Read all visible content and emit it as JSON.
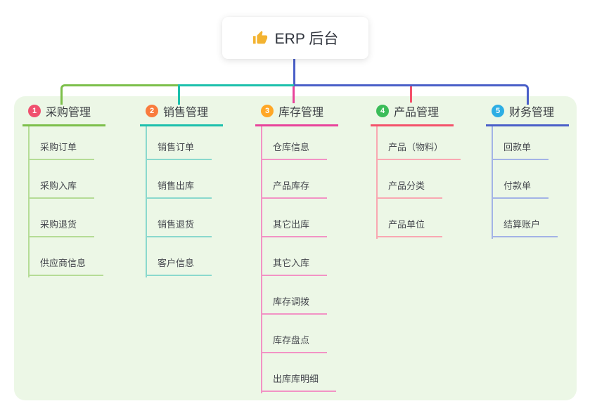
{
  "root": {
    "label": "ERP 后台",
    "icon": "thumbs-up-icon",
    "icon_color": "#f3b331",
    "card_bg": "#ffffff",
    "text_color": "#2f333c"
  },
  "panel_bg": "#ecf7e6",
  "branches": [
    {
      "index": "1",
      "title": "采购管理",
      "color": "#7cbf4a",
      "light_color": "#b5dc96",
      "badge_color": "#f0506e",
      "children": [
        "采购订单",
        "采购入库",
        "采购退货",
        "供应商信息"
      ]
    },
    {
      "index": "2",
      "title": "销售管理",
      "color": "#1cc0ac",
      "light_color": "#8ad9cd",
      "badge_color": "#f97b3d",
      "children": [
        "销售订单",
        "销售出库",
        "销售退货",
        "客户信息"
      ]
    },
    {
      "index": "3",
      "title": "库存管理",
      "color": "#e8439b",
      "light_color": "#f293c5",
      "badge_color": "#ffa726",
      "children": [
        "仓库信息",
        "产品库存",
        "其它出库",
        "其它入库",
        "库存调拨",
        "库存盘点",
        "出库库明细"
      ]
    },
    {
      "index": "4",
      "title": "产品管理",
      "color": "#f4526b",
      "light_color": "#f9a8b2",
      "badge_color": "#3bbc59",
      "children": [
        "产品（物料）",
        "产品分类",
        "产品单位"
      ]
    },
    {
      "index": "5",
      "title": "财务管理",
      "color": "#4a5fc8",
      "light_color": "#a3b3e6",
      "badge_color": "#2daee4",
      "children": [
        "回款单",
        "付款单",
        "结算账户"
      ]
    }
  ]
}
